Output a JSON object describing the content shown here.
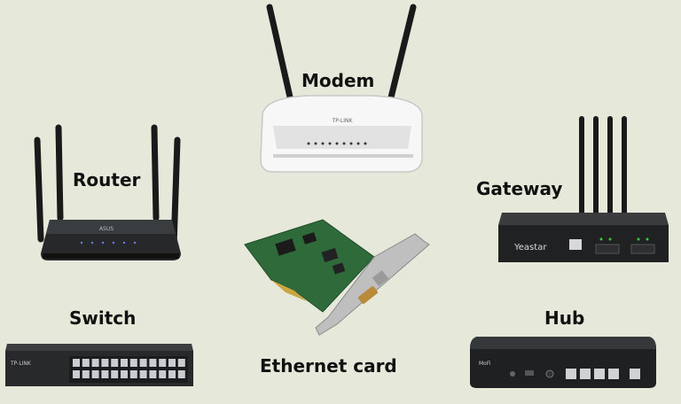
{
  "labels": {
    "modem": "Modem",
    "router": "Router",
    "gateway": "Gateway",
    "switch": "Switch",
    "hub": "Hub",
    "ethernet_card": "Ethernet card"
  },
  "brands": {
    "modem": "TP-LINK",
    "router": "ASUS",
    "gateway": "Yeastar",
    "switch": "TP-LINK",
    "hub": "MoFi"
  },
  "colors": {
    "background": "#e6e8d9",
    "device_dark": "#222426",
    "modem_white": "#f4f4f4",
    "pcb_green": "#2f6b3a"
  }
}
